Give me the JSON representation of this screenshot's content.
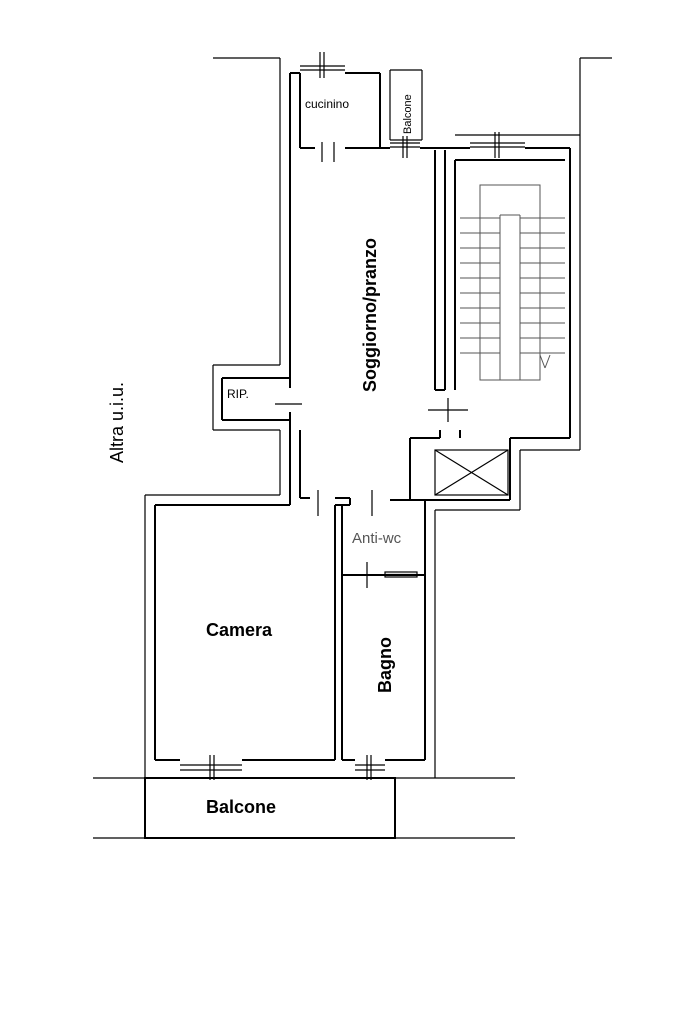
{
  "rooms": {
    "cucinino": "cucinino",
    "balcone_small": "Balcone",
    "soggiorno": "Soggiorno/pranzo",
    "ripostiglio": "RIP.",
    "other_unit": "Altra u.i.u.",
    "antiwc": "Anti-wc",
    "camera": "Camera",
    "bagno": "Bagno",
    "balcone_main": "Balcone"
  },
  "colors": {
    "line": "#000000",
    "muted_text": "#555555",
    "background": "#ffffff"
  }
}
